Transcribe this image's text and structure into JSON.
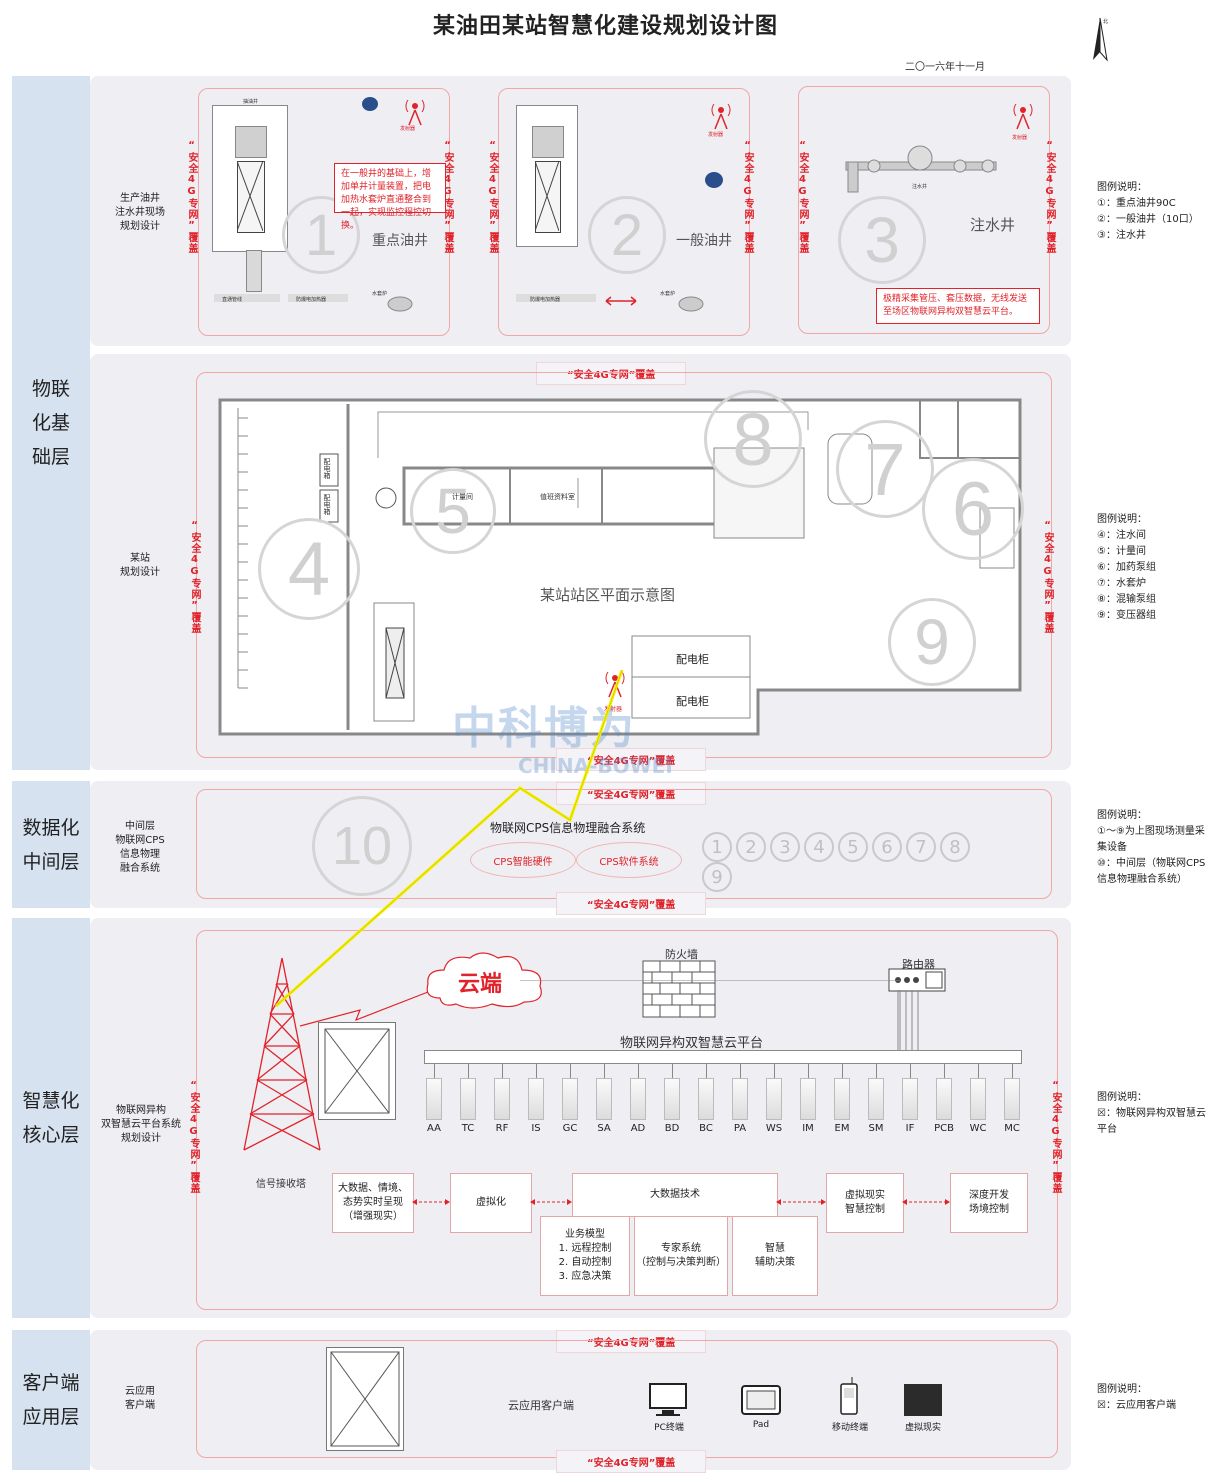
{
  "title": "某油田某站智慧化建设规划设计图",
  "date": "二〇一六年十一月",
  "north_label": "北",
  "coverage_vertical": "“安全4G专网”覆盖",
  "coverage_banner": "“安全4G专网”覆盖",
  "layers": {
    "iot": "物联化基础层",
    "data": "数据化中间层",
    "smart": "智慧化核心层",
    "client": "客户端应用层"
  },
  "iot_top": {
    "sub_label": "生产油井\n注水井现场\n规划设计",
    "wells": [
      {
        "num": "1",
        "name": "重点油井",
        "note": "在一般井的基础上，增加单井计量装置，把电加热水套炉直通整合到一起，实现监控程控切换。",
        "transmitter": "发射器"
      },
      {
        "num": "2",
        "name": "一般油井",
        "transmitter": "发射器"
      },
      {
        "num": "3",
        "name": "注水井",
        "note": "极精采集管压、套压数据，无线发送至场区物联网异构双智慧云平台。",
        "transmitter": "发射器",
        "well_label": "注水井"
      }
    ],
    "legend": [
      "图例说明：",
      "①：重点油井90C",
      "②：一般油井（10口）",
      "③：注水井"
    ],
    "equip_labels": {
      "oil_well": "抽油井",
      "pipe": "直通管线",
      "heater": "防爆电加热器",
      "boiler": "水套炉"
    }
  },
  "iot_station": {
    "sub_label": "某站\n规划设计",
    "plan_title": "某站站区平面示意图",
    "rooms": {
      "metering": "计量间",
      "info": "值班资料室",
      "cabinet1": "配电柜",
      "cabinet2": "配电柜",
      "pd1": "配电箱",
      "pd2": "配电箱"
    },
    "nums": [
      "4",
      "5",
      "6",
      "7",
      "8",
      "9"
    ],
    "transmitter": "发射器",
    "legend": [
      "图例说明：",
      "④：注水间",
      "⑤：计量间",
      "⑥：加药泵组",
      "⑦：水套炉",
      "⑧：混输泵组",
      "⑨：变压器组"
    ]
  },
  "data_layer": {
    "sub_label": "中间层\n物联网CPS\n信息物理\n融合系统",
    "num": "10",
    "system_title": "物联网CPS信息物理融合系统",
    "hardware": "CPS智能硬件",
    "software": "CPS软件系统",
    "small_nums": [
      "1",
      "2",
      "3",
      "4",
      "5",
      "6",
      "7",
      "8",
      "9"
    ],
    "legend": [
      "图例说明：",
      "①～⑨为上图现场测量采集设备",
      "⑩：中间层（物联网CPS信息物理融合系统）"
    ]
  },
  "smart_layer": {
    "sub_label": "物联网异构\n双智慧云平台系统\n规划设计",
    "cloud": "云端",
    "firewall": "防火墙",
    "router": "路由器",
    "platform": "物联网异构双智慧云平台",
    "tower": "信号接收塔",
    "servers": [
      "AA",
      "TC",
      "RF",
      "IS",
      "GC",
      "SA",
      "AD",
      "BD",
      "BC",
      "PA",
      "WS",
      "IM",
      "EM",
      "SM",
      "IF",
      "PCB",
      "WC",
      "MC"
    ],
    "flow": {
      "bigdata_view": "大数据、情境、\n态势实时呈现\n（增强现实）",
      "virtual": "虚拟化",
      "bigdata_tech": "大数据技术",
      "vr_control": "虚拟现实\n智慧控制",
      "deep_dev": "深度开发\n场境控制",
      "biz_model": "业务模型\n1. 远程控制\n2. 自动控制\n3. 应急决策",
      "expert": "专家系统\n（控制与决策判断）",
      "smart_aid": "智慧\n辅助决策"
    },
    "legend": [
      "图例说明：",
      "☒：物联网异构双智慧云平台"
    ]
  },
  "client_layer": {
    "sub_label": "云应用\n客户端",
    "title": "云应用客户端",
    "terminals": [
      "PC终端",
      "Pad",
      "移动终端",
      "虚拟现实"
    ],
    "legend": [
      "图例说明：",
      "☒：云应用客户端"
    ]
  },
  "watermark": {
    "cn": "中科博为",
    "en": "CHINA-BOWEI"
  },
  "colors": {
    "accent_red": "#e0232b",
    "layer_blue": "#d6e2f0",
    "panel_grey": "#efeef3",
    "bolt_yellow": "#f4f000"
  }
}
